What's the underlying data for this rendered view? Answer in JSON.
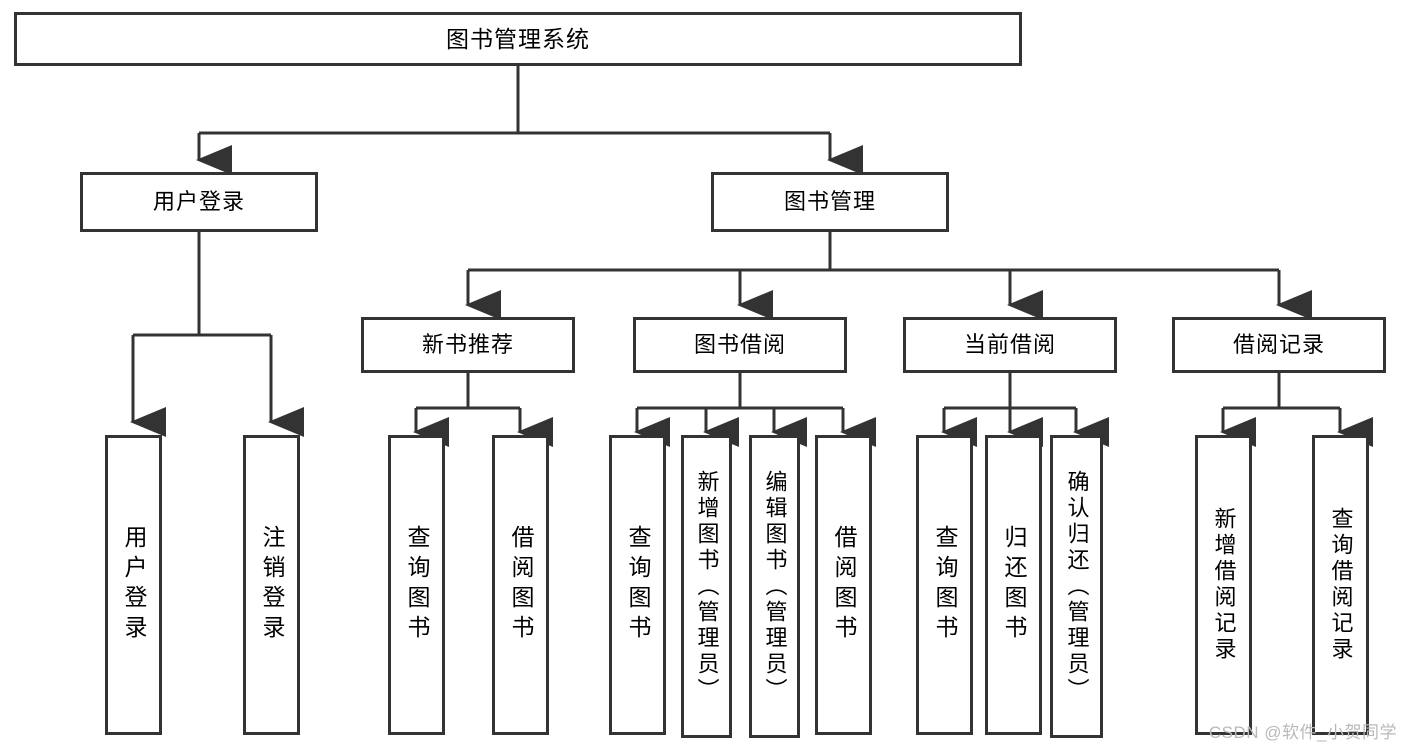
{
  "diagram": {
    "title": "图书管理系统",
    "type": "functional-structure-tree",
    "root": {
      "label": "图书管理系统"
    },
    "level2": [
      {
        "label": "用户登录"
      },
      {
        "label": "图书管理"
      }
    ],
    "level3": [
      {
        "label": "新书推荐"
      },
      {
        "label": "图书借阅"
      },
      {
        "label": "当前借阅"
      },
      {
        "label": "借阅记录"
      }
    ],
    "leaves": {
      "user_login": [
        {
          "label": "用户登录"
        },
        {
          "label": "注销登录"
        }
      ],
      "new_book_recommend": [
        {
          "label": "查询图书"
        },
        {
          "label": "借阅图书"
        }
      ],
      "book_borrow": [
        {
          "label": "查询图书"
        },
        {
          "label": "新增图书（管理员）"
        },
        {
          "label": "编辑图书（管理员）"
        },
        {
          "label": "借阅图书"
        }
      ],
      "current_borrow": [
        {
          "label": "查询图书"
        },
        {
          "label": "归还图书"
        },
        {
          "label": "确认归还（管理员）"
        }
      ],
      "borrow_record": [
        {
          "label": "新增借阅记录"
        },
        {
          "label": "查询借阅记录"
        }
      ]
    }
  },
  "watermark": {
    "text": "CSDN @软件_小贺同学"
  },
  "colors": {
    "stroke": "#333333",
    "box_fill": "#ffffff",
    "text": "#000000",
    "watermark": "#b9b9b9",
    "background": "#ffffff"
  }
}
